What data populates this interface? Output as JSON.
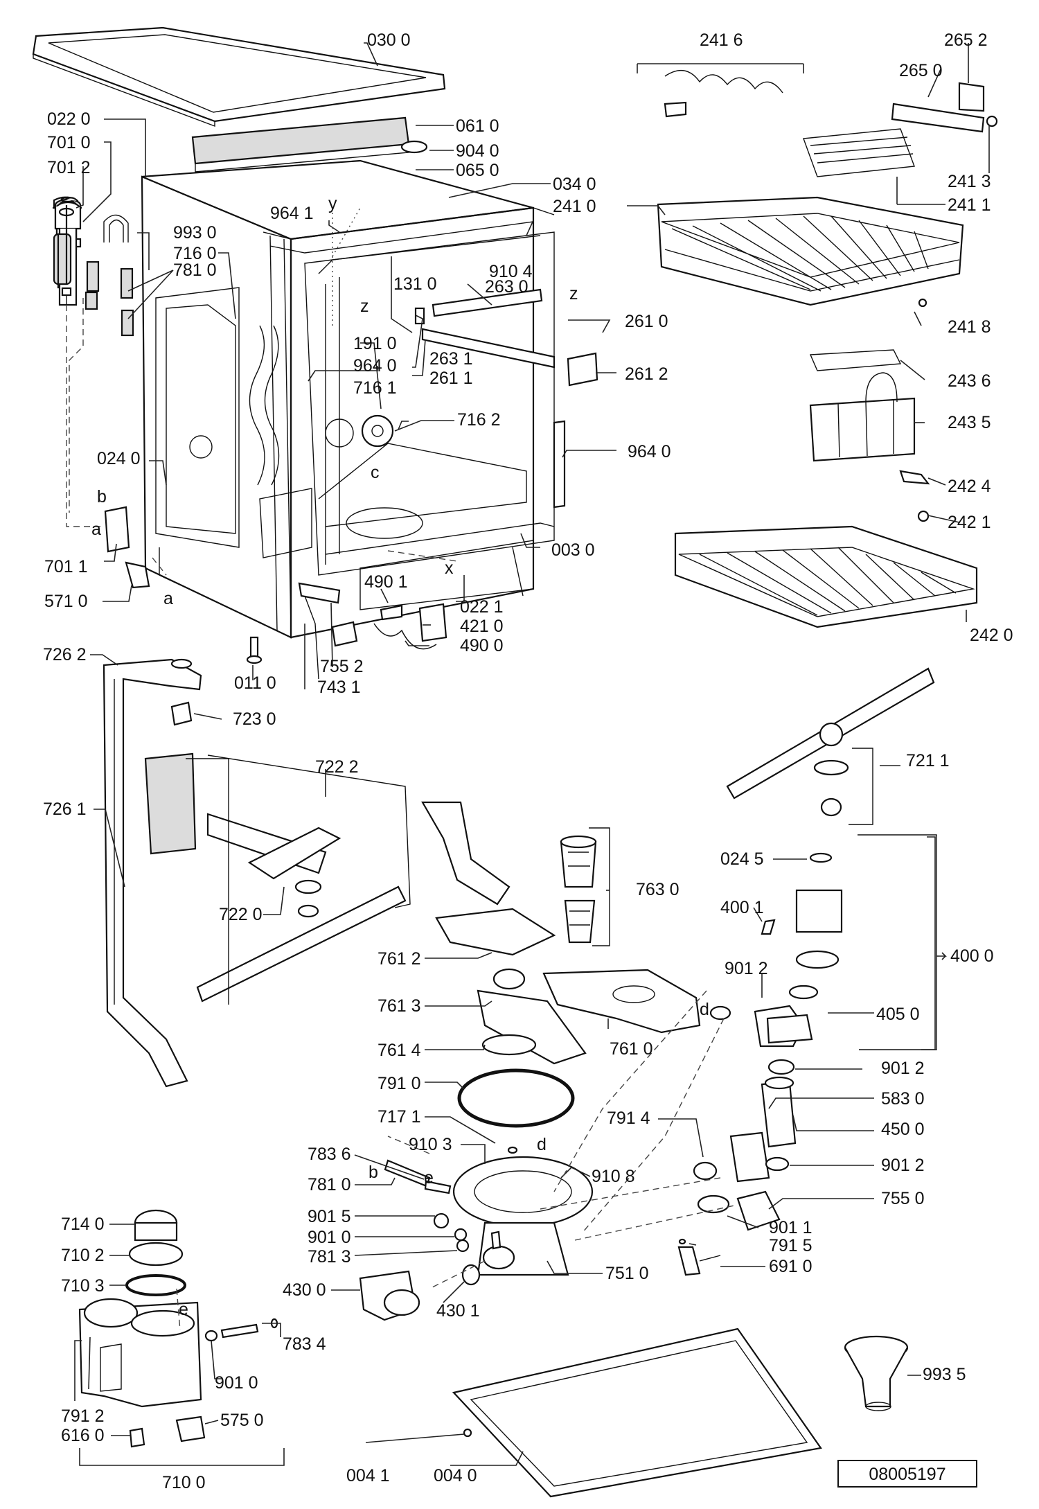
{
  "reference_number": "08005197",
  "callouts": [
    {
      "id": "p0300",
      "text": "030 0"
    },
    {
      "id": "p2416",
      "text": "241 6"
    },
    {
      "id": "p2652",
      "text": "265 2"
    },
    {
      "id": "p2650",
      "text": "265 0"
    },
    {
      "id": "p0220",
      "text": "022 0"
    },
    {
      "id": "p0610",
      "text": "061 0"
    },
    {
      "id": "p7010",
      "text": "701 0"
    },
    {
      "id": "p9040",
      "text": "904 0"
    },
    {
      "id": "p7012",
      "text": "701 2"
    },
    {
      "id": "p0650",
      "text": "065 0"
    },
    {
      "id": "p2413",
      "text": "241 3"
    },
    {
      "id": "p0340",
      "text": "034 0"
    },
    {
      "id": "p2410",
      "text": "241 0"
    },
    {
      "id": "p2411",
      "text": "241 1"
    },
    {
      "id": "p9641",
      "text": "964 1"
    },
    {
      "id": "p9930",
      "text": "993 0"
    },
    {
      "id": "p7160",
      "text": "716 0"
    },
    {
      "id": "p7810",
      "text": "781 0"
    },
    {
      "id": "p9104",
      "text": "910 4"
    },
    {
      "id": "p1310",
      "text": "131 0"
    },
    {
      "id": "p2630",
      "text": "263 0"
    },
    {
      "id": "p2610",
      "text": "261 0"
    },
    {
      "id": "p2418",
      "text": "241 8"
    },
    {
      "id": "p1910",
      "text": "191 0"
    },
    {
      "id": "p9640",
      "text": "964 0"
    },
    {
      "id": "p2631",
      "text": "263 1"
    },
    {
      "id": "p2611",
      "text": "261 1"
    },
    {
      "id": "p2612",
      "text": "261 2"
    },
    {
      "id": "p2436",
      "text": "243 6"
    },
    {
      "id": "p7161",
      "text": "716 1"
    },
    {
      "id": "p7162",
      "text": "716 2"
    },
    {
      "id": "p2435",
      "text": "243 5"
    },
    {
      "id": "p9640b",
      "text": "964 0"
    },
    {
      "id": "p0240",
      "text": "024 0"
    },
    {
      "id": "p2424",
      "text": "242 4"
    },
    {
      "id": "p2421",
      "text": "242 1"
    },
    {
      "id": "p7011",
      "text": "701 1"
    },
    {
      "id": "p0030",
      "text": "003 0"
    },
    {
      "id": "p4901",
      "text": "490 1"
    },
    {
      "id": "p5710",
      "text": "571 0"
    },
    {
      "id": "p0221",
      "text": "022 1"
    },
    {
      "id": "p4210",
      "text": "421 0"
    },
    {
      "id": "p4900",
      "text": "490 0"
    },
    {
      "id": "p2420",
      "text": "242 0"
    },
    {
      "id": "p7262",
      "text": "726 2"
    },
    {
      "id": "p7552",
      "text": "755 2"
    },
    {
      "id": "p0110",
      "text": "011 0"
    },
    {
      "id": "p7431",
      "text": "743 1"
    },
    {
      "id": "p7230",
      "text": "723 0"
    },
    {
      "id": "p7211",
      "text": "721 1"
    },
    {
      "id": "p7222",
      "text": "722 2"
    },
    {
      "id": "p7261",
      "text": "726 1"
    },
    {
      "id": "p0245",
      "text": "024 5"
    },
    {
      "id": "p7630",
      "text": "763 0"
    },
    {
      "id": "p4001",
      "text": "400 1"
    },
    {
      "id": "p7220",
      "text": "722 0"
    },
    {
      "id": "p4000",
      "text": "400 0"
    },
    {
      "id": "p7612",
      "text": "761 2"
    },
    {
      "id": "p9012a",
      "text": "901 2"
    },
    {
      "id": "p7613",
      "text": "761 3"
    },
    {
      "id": "p4050",
      "text": "405 0"
    },
    {
      "id": "p7614",
      "text": "761 4"
    },
    {
      "id": "p7610",
      "text": "761 0"
    },
    {
      "id": "p9012b",
      "text": "901 2"
    },
    {
      "id": "p7910",
      "text": "791 0"
    },
    {
      "id": "p5830",
      "text": "583 0"
    },
    {
      "id": "p7171",
      "text": "717 1"
    },
    {
      "id": "p7914",
      "text": "791 4"
    },
    {
      "id": "p4500",
      "text": "450 0"
    },
    {
      "id": "p7836",
      "text": "783 6"
    },
    {
      "id": "p9103",
      "text": "910 3"
    },
    {
      "id": "p9012c",
      "text": "901 2"
    },
    {
      "id": "p9108",
      "text": "910 8"
    },
    {
      "id": "p7810b",
      "text": "781 0"
    },
    {
      "id": "p7550",
      "text": "755 0"
    },
    {
      "id": "p7140",
      "text": "714 0"
    },
    {
      "id": "p9015",
      "text": "901 5"
    },
    {
      "id": "p9011",
      "text": "901 1"
    },
    {
      "id": "p9010",
      "text": "901 0"
    },
    {
      "id": "p7915",
      "text": "791 5"
    },
    {
      "id": "p7102",
      "text": "710 2"
    },
    {
      "id": "p7813",
      "text": "781 3"
    },
    {
      "id": "p7510",
      "text": "751 0"
    },
    {
      "id": "p6910",
      "text": "691 0"
    },
    {
      "id": "p7103",
      "text": "710 3"
    },
    {
      "id": "p4300",
      "text": "430 0"
    },
    {
      "id": "p4301",
      "text": "430 1"
    },
    {
      "id": "p7834",
      "text": "783 4"
    },
    {
      "id": "p9935",
      "text": "993 5"
    },
    {
      "id": "p9010b",
      "text": "901 0"
    },
    {
      "id": "p7912",
      "text": "791 2"
    },
    {
      "id": "p5750",
      "text": "575 0"
    },
    {
      "id": "p6160",
      "text": "616 0"
    },
    {
      "id": "p0041",
      "text": "004 1"
    },
    {
      "id": "p0040",
      "text": "004 0"
    },
    {
      "id": "p7100",
      "text": "710 0"
    }
  ],
  "markers": [
    {
      "id": "m_z1",
      "text": "z"
    },
    {
      "id": "m_z2",
      "text": "z"
    },
    {
      "id": "m_y",
      "text": "y"
    },
    {
      "id": "m_c",
      "text": "c"
    },
    {
      "id": "m_b1",
      "text": "b"
    },
    {
      "id": "m_a1",
      "text": "a"
    },
    {
      "id": "m_a2",
      "text": "a"
    },
    {
      "id": "m_x",
      "text": "x"
    },
    {
      "id": "m_d1",
      "text": "d"
    },
    {
      "id": "m_d2",
      "text": "d"
    },
    {
      "id": "m_b2",
      "text": "b"
    },
    {
      "id": "m_e1",
      "text": "e"
    },
    {
      "id": "m_e2",
      "text": "e"
    }
  ]
}
